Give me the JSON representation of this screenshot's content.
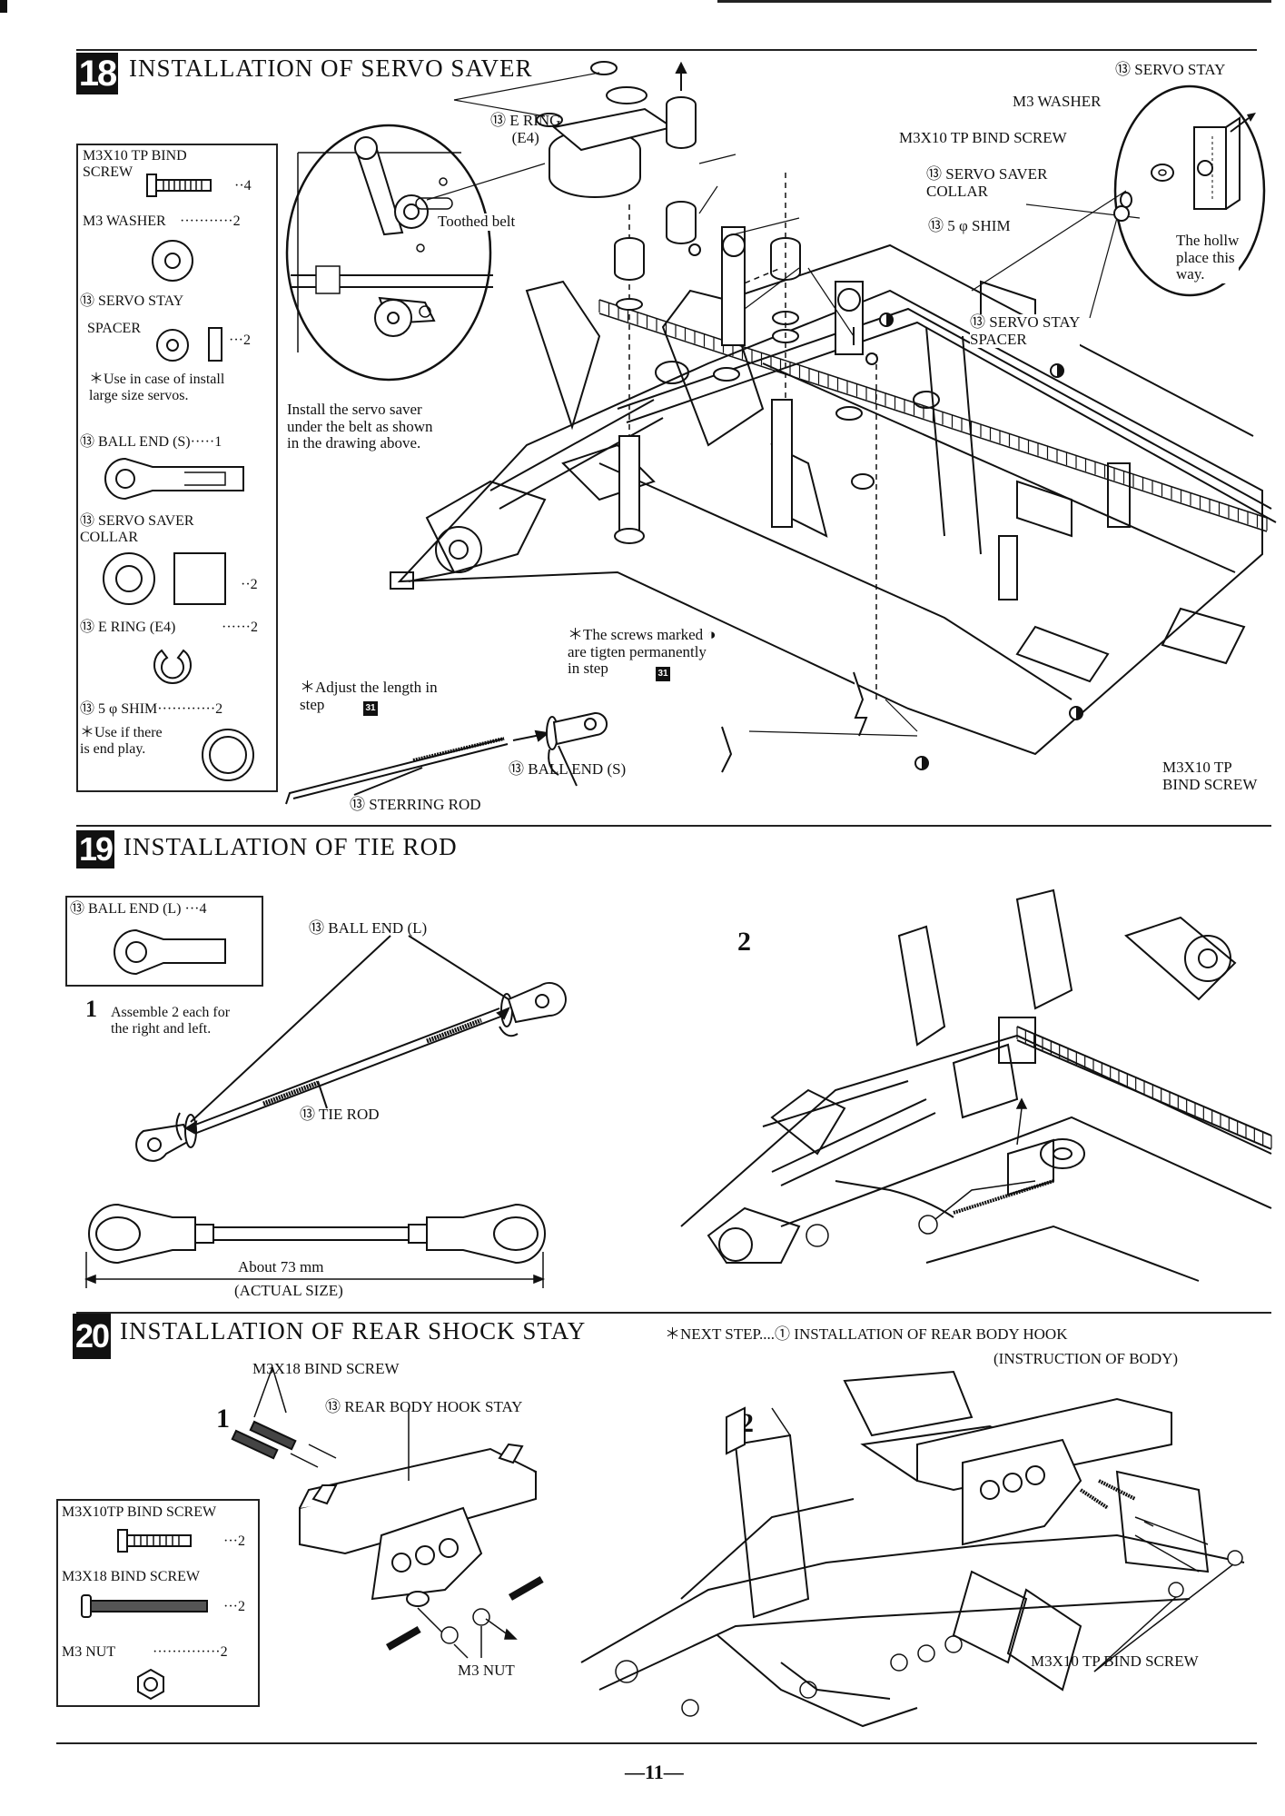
{
  "page_number": "—11—",
  "step18": {
    "number": "18",
    "title": "INSTALLATION OF SERVO SAVER",
    "parts": {
      "screw_label": "M3X10 TP BIND\nSCREW",
      "screw_qty": "··4",
      "washer_label": "M3 WASHER",
      "washer_qty": "···········2",
      "spacer_label": "⑬ SERVO STAY",
      "spacer_label2": "SPACER",
      "spacer_qty": "···2",
      "spacer_note": "＊Use in case of install\nlarge size servos.",
      "ballend_label": "⑬ BALL END (S)·····1",
      "collar_label": "⑬ SERVO SAVER\nCOLLAR",
      "collar_qty": "··2",
      "ering_label": "⑬ E RING (E4)",
      "ering_qty": "······2",
      "shim_label": "⑬ 5 φ SHIM············2",
      "shim_note": "＊Use if there\nis end play."
    },
    "labels": {
      "ering": "⑬ E RING\n(E4)",
      "toothed_belt": "Toothed belt",
      "install_note": "Install the servo saver\nunder the belt as shown\nin the drawing above.",
      "servo_stay": "⑬ SERVO STAY",
      "m3_washer": "M3 WASHER",
      "m3x10_screw": "M3X10 TP BIND SCREW",
      "servo_saver_collar": "⑬ SERVO SAVER\nCOLLAR",
      "shim": "⑬ 5 φ SHIM",
      "hollow_note": "The hollw\nplace this\nway.",
      "servo_stay_spacer": "⑬ SERVO STAY\nSPACER",
      "screws_note": "＊The screws marked ◑\nare tigten permanently\nin step",
      "screws_note_step": "31",
      "adjust_note": "＊Adjust the length in\nstep",
      "adjust_step": "31",
      "ball_end_s": "⑬ BALL END (S)",
      "steering_rod": "⑬ STERRING ROD",
      "bind_screw_bottom": "M3X10 TP\nBIND SCREW"
    }
  },
  "step19": {
    "number": "19",
    "title": "INSTALLATION OF TIE ROD",
    "part_label": "⑬ BALL END (L) ···4",
    "sub1_num": "1",
    "sub1_text": "Assemble 2 each for\nthe right and left.",
    "ball_end_l": "⑬ BALL END (L)",
    "tie_rod": "⑬ TIE ROD",
    "about": "About 73 mm",
    "actual_size": "(ACTUAL SIZE)",
    "sub2_num": "2"
  },
  "step20": {
    "number": "20",
    "title": "INSTALLATION OF REAR SHOCK STAY",
    "next_step": "＊NEXT STEP....① INSTALLATION OF REAR BODY HOOK",
    "next_step2": "(INSTRUCTION OF BODY)",
    "sub1_num": "1",
    "sub2_num": "2",
    "m3x18_label": "M3X18 BIND SCREW",
    "hook_stay": "⑬ REAR BODY HOOK STAY",
    "m3_nut": "M3 NUT",
    "m3x10_label": "M3X10 TP BIND SCREW",
    "parts": {
      "p1": "M3X10TP BIND SCREW",
      "p1_qty": "···2",
      "p2": "M3X18 BIND SCREW",
      "p2_qty": "···2",
      "p3": "M3 NUT",
      "p3_qty": "··············2"
    }
  }
}
